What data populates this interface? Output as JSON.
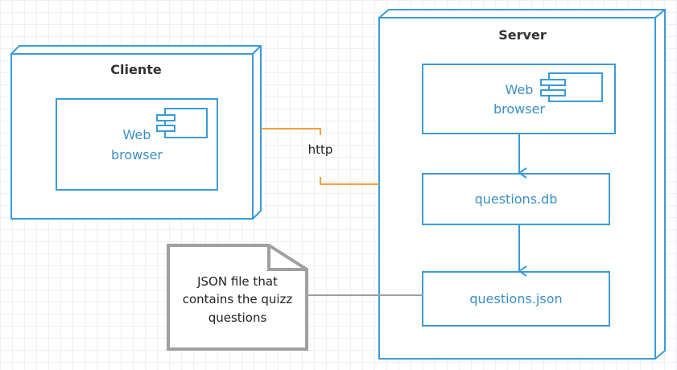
{
  "colors": {
    "node_stroke": "#3a9bd9",
    "component_text": "#3a8fc7",
    "http_line": "#f0a040",
    "note_stroke": "#a0a0a0"
  },
  "nodes": {
    "cliente": {
      "title": "Cliente",
      "component": {
        "line1": "Web",
        "line2": "browser",
        "icon": "component-icon"
      }
    },
    "server": {
      "title": "Server",
      "component": {
        "line1": "Web",
        "line2": "browser",
        "icon": "component-icon"
      },
      "db_box": "questions.db",
      "json_box": "questions.json"
    }
  },
  "edges": {
    "http_label": "http"
  },
  "note": {
    "lines": [
      "JSON file that",
      "contains the quizz",
      "questions"
    ]
  }
}
